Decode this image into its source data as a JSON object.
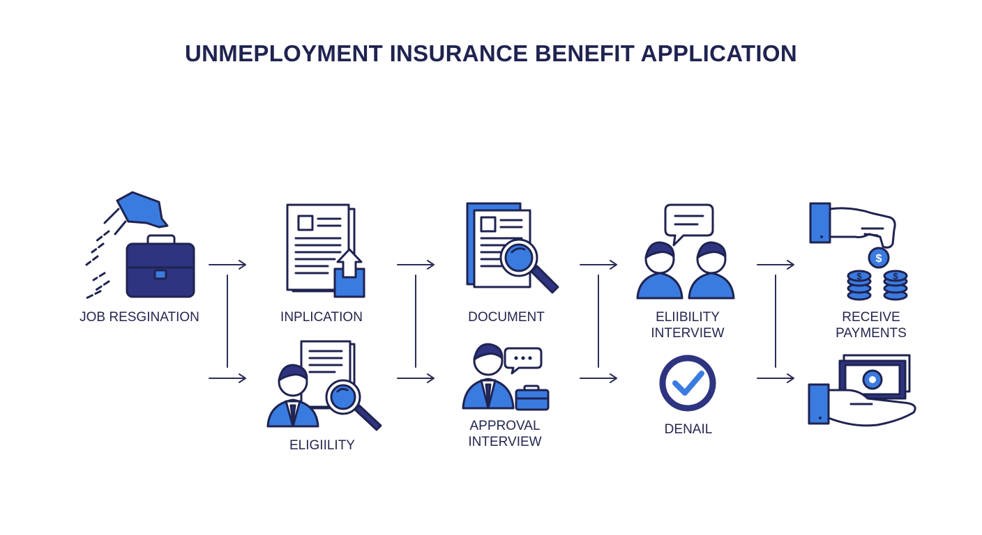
{
  "title": "UNMEPLOYMENT INSURANCE BENEFIT APPLICATION",
  "steps": {
    "job_resignation": "JOB RESGINATION",
    "inplication": "INPLICATION",
    "eligiility": "ELIGIILITY",
    "document": "DOCUMENT",
    "approval_interview": "APPROVAL\nINTERVIEW",
    "eliibility_interview": "ELIIBILITY\nINTERVIEW",
    "denail": "DENAIL",
    "receive_payments": "RECEIVE\nPAYMENTS"
  },
  "colors": {
    "navy": "#1f2350",
    "accent_blue": "#3a7be0",
    "briefcase": "#2e3480"
  },
  "icons": {
    "job_resignation": "briefcase-with-tag-icon",
    "inplication": "document-upload-icon",
    "eligiility": "person-document-magnifier-icon",
    "document": "document-magnifier-icon",
    "approval_interview": "person-chat-briefcase-icon",
    "eliibility_interview": "two-people-speech-icon",
    "denail": "check-circle-icon",
    "receive_payments": "hand-coins-icon",
    "receive_payments_cash": "hand-cash-icon"
  }
}
